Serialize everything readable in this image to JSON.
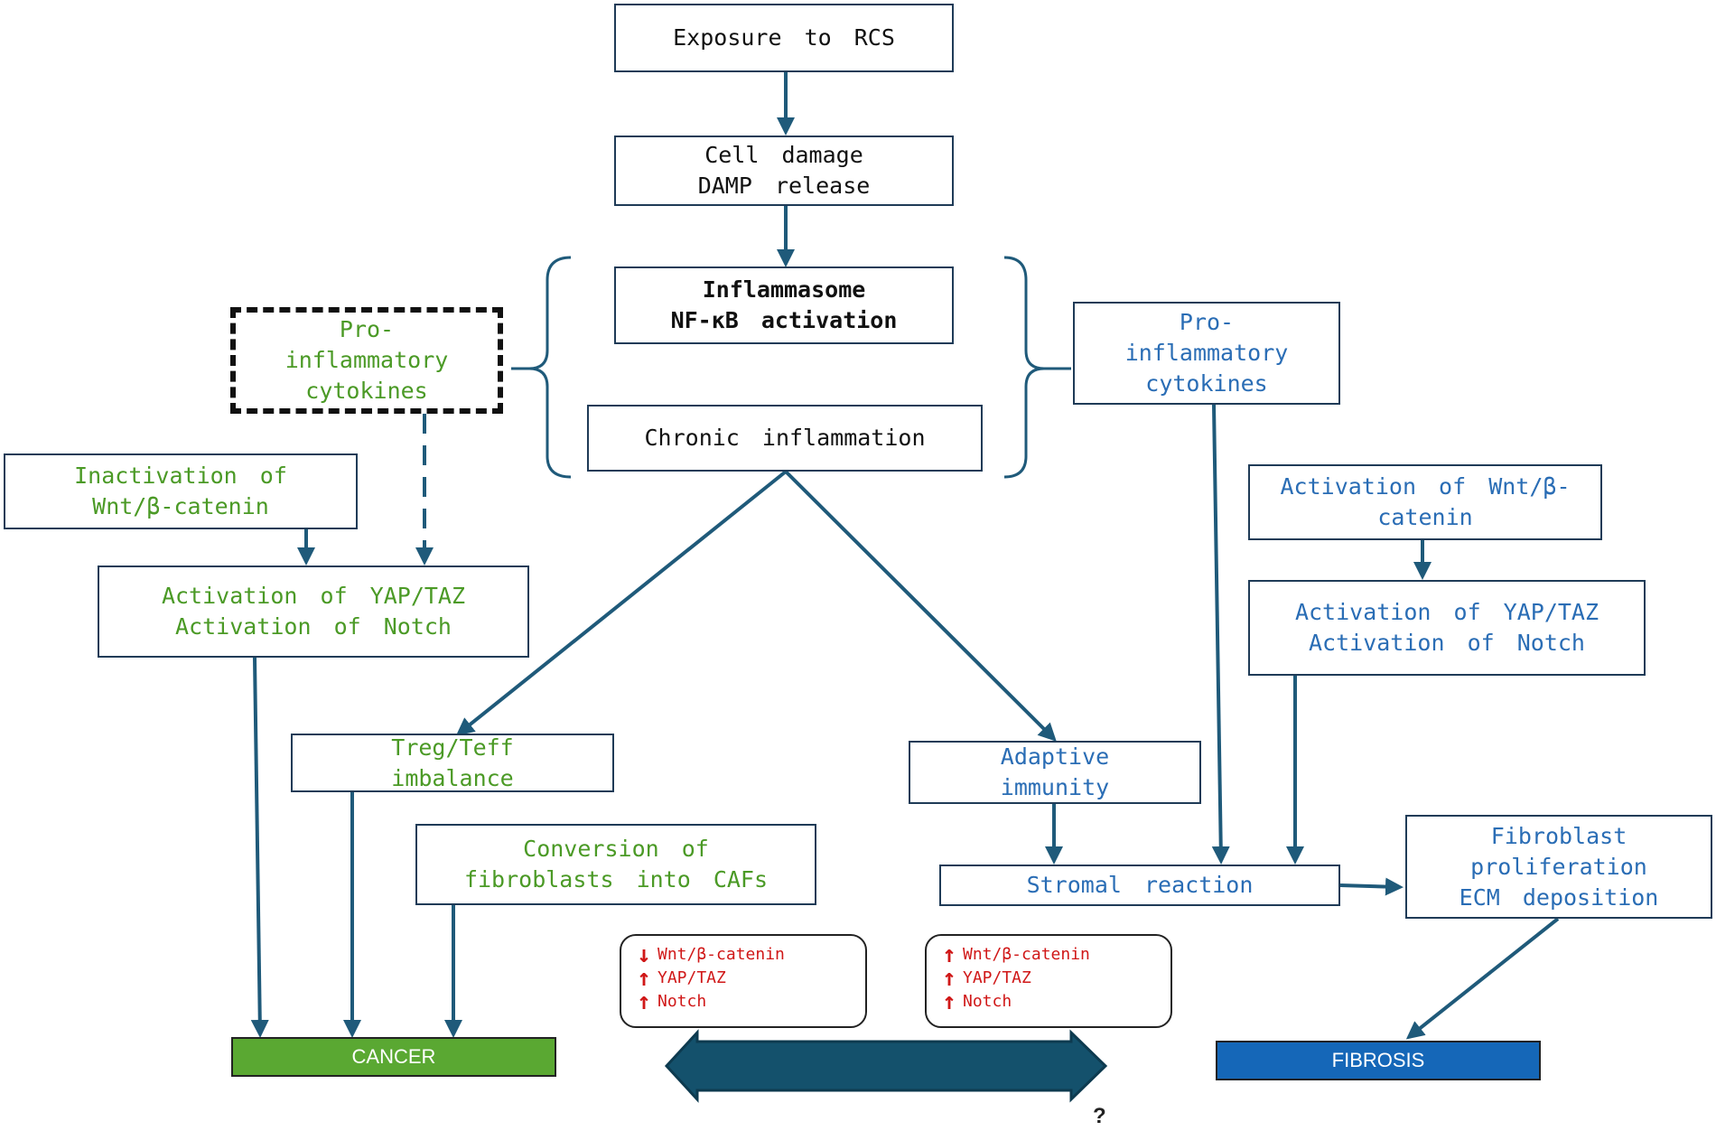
{
  "nodes": {
    "exposure": {
      "lines": [
        "Exposure to RCS"
      ]
    },
    "cell_damage": {
      "lines": [
        "Cell damage",
        "DAMP release"
      ]
    },
    "inflammasome": {
      "lines": [
        "Inflammasome",
        "NF-κB activation"
      ]
    },
    "chronic": {
      "lines": [
        "Chronic inflammation"
      ]
    },
    "cytokines_left": {
      "lines": [
        "Pro-",
        "inflammatory",
        "cytokines"
      ]
    },
    "cytokines_right": {
      "lines": [
        "Pro-",
        "inflammatory",
        "cytokines"
      ]
    },
    "wnt_inactivation": {
      "lines": [
        "Inactivation of",
        "Wnt/β-catenin"
      ]
    },
    "yap_left": {
      "lines": [
        "Activation of YAP/TAZ",
        "Activation of Notch"
      ]
    },
    "wnt_activation": {
      "lines": [
        "Activation of Wnt/β-",
        "catenin"
      ]
    },
    "yap_right": {
      "lines": [
        "Activation of YAP/TAZ",
        "Activation of Notch"
      ]
    },
    "treg": {
      "lines": [
        "Treg/Teff",
        "imbalance"
      ]
    },
    "adaptive": {
      "lines": [
        "Adaptive",
        "immunity"
      ]
    },
    "caf": {
      "lines": [
        "Conversion of",
        "fibroblasts into CAFs"
      ]
    },
    "stromal": {
      "lines": [
        "Stromal reaction"
      ]
    },
    "fibroblast": {
      "lines": [
        "Fibroblast",
        "proliferation",
        "ECM deposition"
      ]
    }
  },
  "legend_left": [
    {
      "direction": "down",
      "label": "Wnt/β-catenin"
    },
    {
      "direction": "up",
      "label": "YAP/TAZ"
    },
    {
      "direction": "up",
      "label": "Notch"
    }
  ],
  "legend_right": [
    {
      "direction": "up",
      "label": "Wnt/β-catenin"
    },
    {
      "direction": "up",
      "label": "YAP/TAZ"
    },
    {
      "direction": "up",
      "label": "Notch"
    }
  ],
  "outcomes": {
    "cancer": "CANCER",
    "fibrosis": "FIBROSIS"
  },
  "question_mark": "?",
  "colors": {
    "arrow": "#1f5a7a",
    "cancer_fill": "#5aa832",
    "fibrosis_fill": "#1567b8",
    "green_text": "#4b9a26",
    "blue_text": "#2a6db5",
    "red_text": "#d01818"
  }
}
